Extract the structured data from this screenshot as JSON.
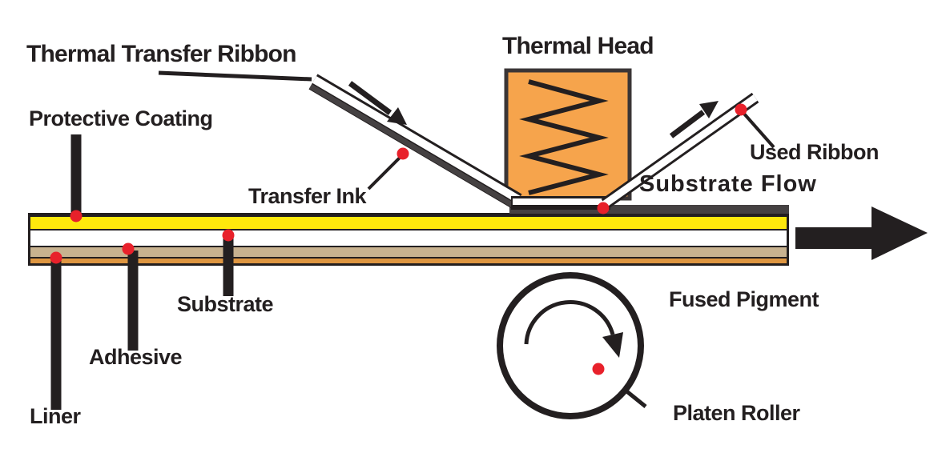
{
  "diagram": {
    "title": "Thermal Transfer Ribbon",
    "head_label": "Thermal Head",
    "layer_labels": {
      "protective_coating": "Protective Coating",
      "substrate": "Substrate",
      "adhesive": "Adhesive",
      "liner": "Liner"
    },
    "annotations": {
      "ink": "Transfer Ink",
      "used_ribbon": "Used Ribbon",
      "substrate_flow": "Substrate Flow",
      "fused_pigment": "Fused Pigment",
      "platen_roller": "Platen Roller"
    },
    "colors": {
      "outline": "#231F20",
      "head_fill": "#F6A44C",
      "head_border": "#3A3536",
      "protective_coating_fill": "#FFE90C",
      "substrate_fill": "#FFFFFF",
      "adhesive_fill": "#C8B28F",
      "liner_fill": "#DE9641",
      "ink_fill": "#454142",
      "marker": "#E8212B"
    }
  }
}
